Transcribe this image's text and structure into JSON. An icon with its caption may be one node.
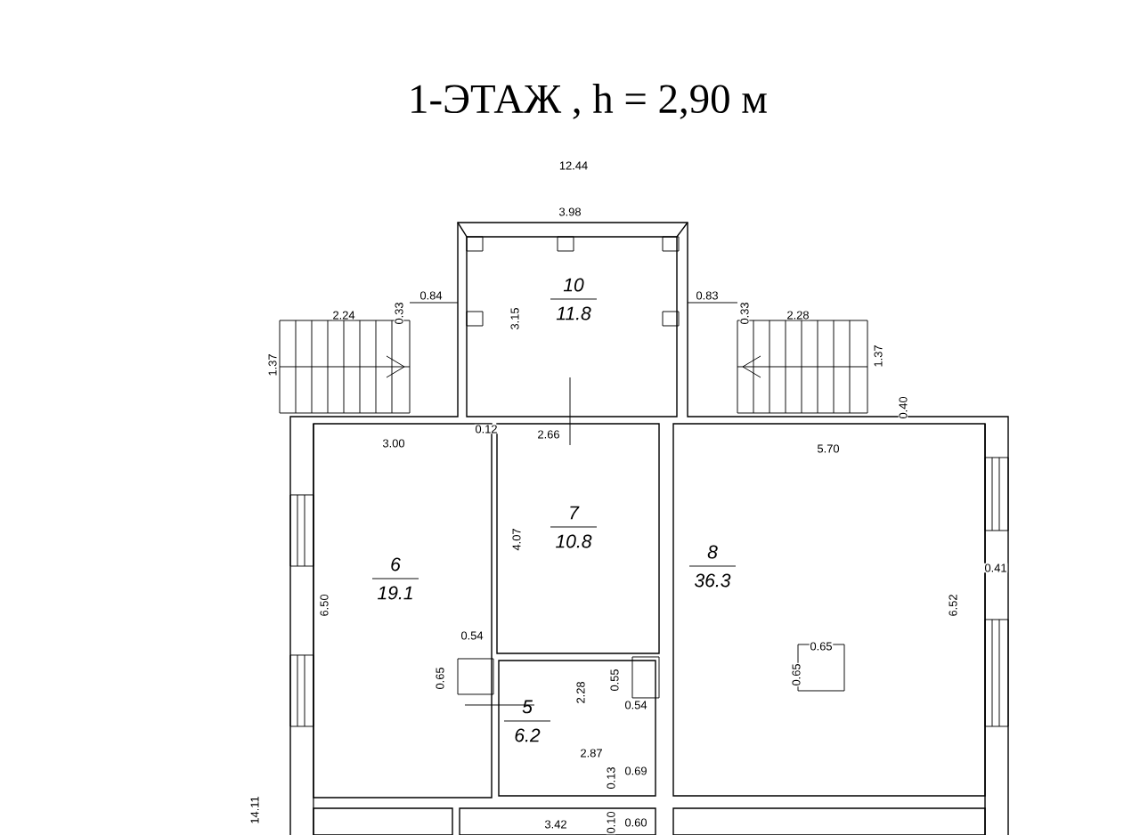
{
  "diagram": {
    "title": "1-ЭТАЖ , h = 2,90 м",
    "nodes": [
      {
        "text": [
          "10",
          "11.8"
        ]
      },
      {
        "text": [
          "7",
          "10.8"
        ]
      },
      {
        "text": [
          "6",
          "19.1"
        ]
      },
      {
        "text": [
          "8",
          "36.3"
        ]
      },
      {
        "text": [
          "5",
          "6.2"
        ]
      },
      {
        "text": [],
        "shape": "box"
      },
      {
        "text": [],
        "shape": "box"
      },
      {
        "text": [],
        "shape": "box"
      }
    ],
    "labels": [
      "12.44",
      "3.98",
      "0.84",
      "0.33",
      "2.24",
      "0.83",
      "0.33",
      "2.28",
      "3.15",
      "1.37",
      "1.37",
      "0.40",
      "3.00",
      "0.12",
      "2.66",
      "5.70",
      "4.07",
      "6.50",
      "0.41",
      "6.52",
      "0.54",
      "0.65",
      "0.65",
      "0.65",
      "0.55",
      "2.28",
      "0.54",
      "2.87",
      "0.69",
      "0.13",
      "14.11",
      "3.42",
      "0.10",
      "0.60"
    ]
  }
}
